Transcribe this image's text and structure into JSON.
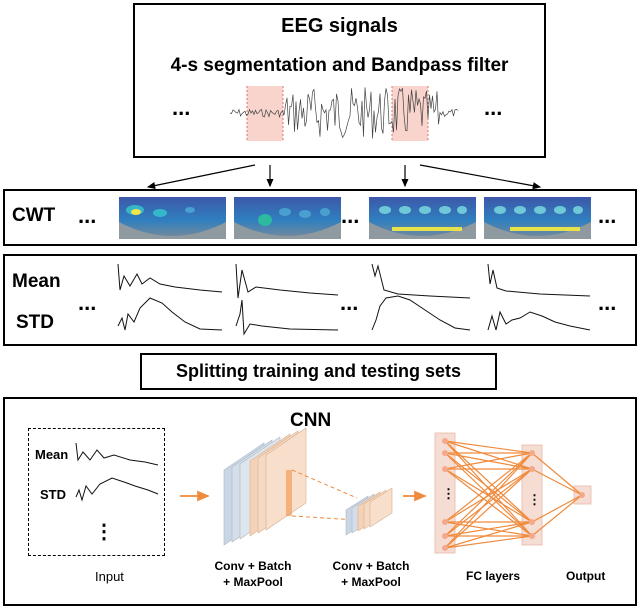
{
  "header": {
    "title": "EEG signals",
    "subtitle": "4-s segmentation and Bandpass filter"
  },
  "ellipsis": "...",
  "cwt": {
    "label": "CWT"
  },
  "stats": {
    "mean_label": "Mean",
    "std_label": "STD"
  },
  "split": {
    "label": "Splitting training and testing sets"
  },
  "cnn": {
    "title": "CNN",
    "input_mean": "Mean",
    "input_std": "STD",
    "vdots": "⋮",
    "labels": {
      "input": "Input",
      "conv1_line1": "Conv + Batch",
      "conv1_line2": "+ MaxPool",
      "conv2_line1": "Conv + Batch",
      "conv2_line2": "+ MaxPool",
      "fc": "FC layers",
      "output": "Output"
    }
  },
  "colors": {
    "accent": "#f08a3c",
    "highlight": "#f6c9bf",
    "layer_blue": "#c9d6e6",
    "layer_peach": "#f4d2b8"
  }
}
